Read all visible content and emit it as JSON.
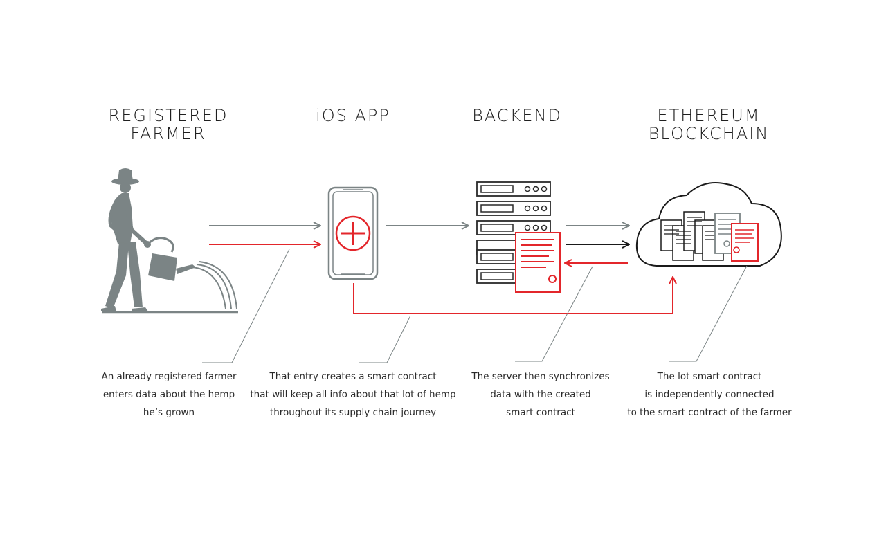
{
  "colors": {
    "grey": "#7b8485",
    "red": "#e3262b",
    "black": "#1a1a1a"
  },
  "stages": [
    {
      "id": "farmer",
      "title_lines": [
        "REGISTERED",
        "FARMER"
      ],
      "icon": "farmer-watering-icon",
      "caption_lines": [
        "An already registered farmer",
        "enters data about the hemp",
        "he’s grown"
      ]
    },
    {
      "id": "ios",
      "title_lines": [
        "iOS APP"
      ],
      "icon": "smartphone-plus-icon",
      "caption_lines": [
        "That entry creates a smart contract",
        "that will keep all info about that lot of hemp",
        "throughout its supply chain journey"
      ]
    },
    {
      "id": "backend",
      "title_lines": [
        "BACKEND"
      ],
      "icon": "server-rack-icon",
      "caption_lines": [
        "The server then synchronizes",
        "data with the created",
        "smart contract"
      ]
    },
    {
      "id": "ethereum",
      "title_lines": [
        "ETHEREUM",
        "BLOCKCHAIN"
      ],
      "icon": "cloud-contracts-icon",
      "caption_lines": [
        "The lot smart contract",
        "is independently connected",
        "to the smart contract of the farmer"
      ]
    }
  ]
}
